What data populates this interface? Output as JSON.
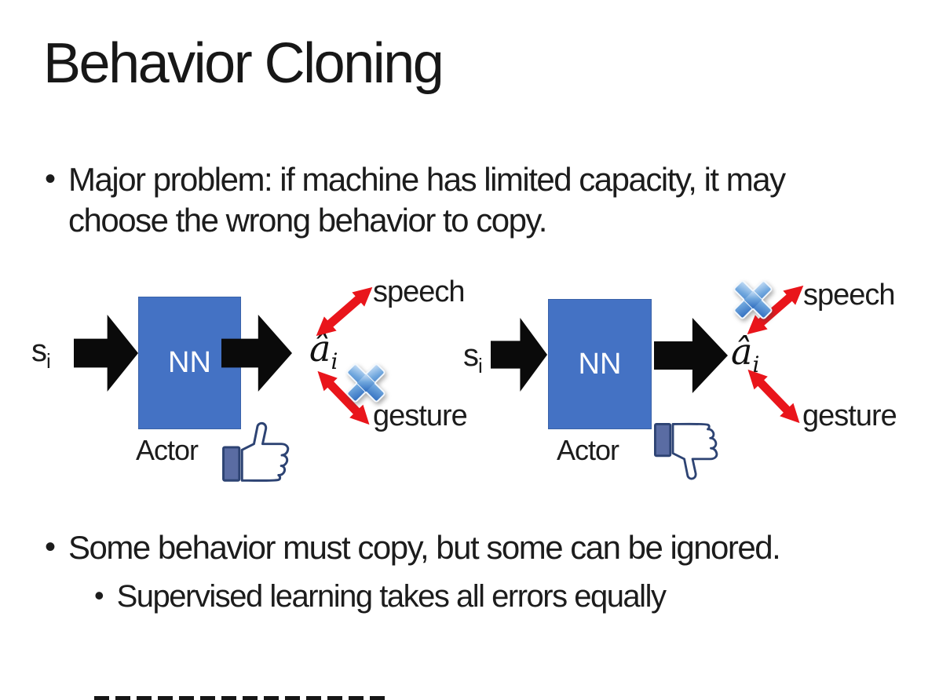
{
  "slide": {
    "title": "Behavior Cloning",
    "bullet_char": "•",
    "bullet1": "Major problem: if machine has limited capacity, it may choose the wrong behavior to copy.",
    "bullet2": "Some behavior must copy, but some can be ignored.",
    "sub_bullet": "Supervised learning takes all errors equally"
  },
  "diagram_left": {
    "input": "s",
    "input_sub": "i",
    "network_label": "NN",
    "output": "â",
    "output_sub": "i",
    "action_top": "speech",
    "action_bottom": "gesture",
    "ignored_action": "gesture",
    "actor_label": "Actor",
    "feedback_icon": "thumbs-up"
  },
  "diagram_right": {
    "input": "s",
    "input_sub": "i",
    "network_label": "NN",
    "output": "â",
    "output_sub": "i",
    "action_top": "speech",
    "action_bottom": "gesture",
    "ignored_action": "speech",
    "actor_label": "Actor",
    "feedback_icon": "thumbs-down"
  },
  "colors": {
    "nn_box_fill": "#4472C4",
    "nn_box_border": "#3A62A8",
    "block_arrow_black": "#0A0A0A",
    "action_arrow_red": "#E9151B",
    "cross_blue_light": "#C3DCF5",
    "cross_blue_dark": "#2E6BBE",
    "thumb_outline_navy": "#2D4373",
    "thumb_cuff_fill": "#5A6CA3",
    "text": "#1C1C1C"
  }
}
